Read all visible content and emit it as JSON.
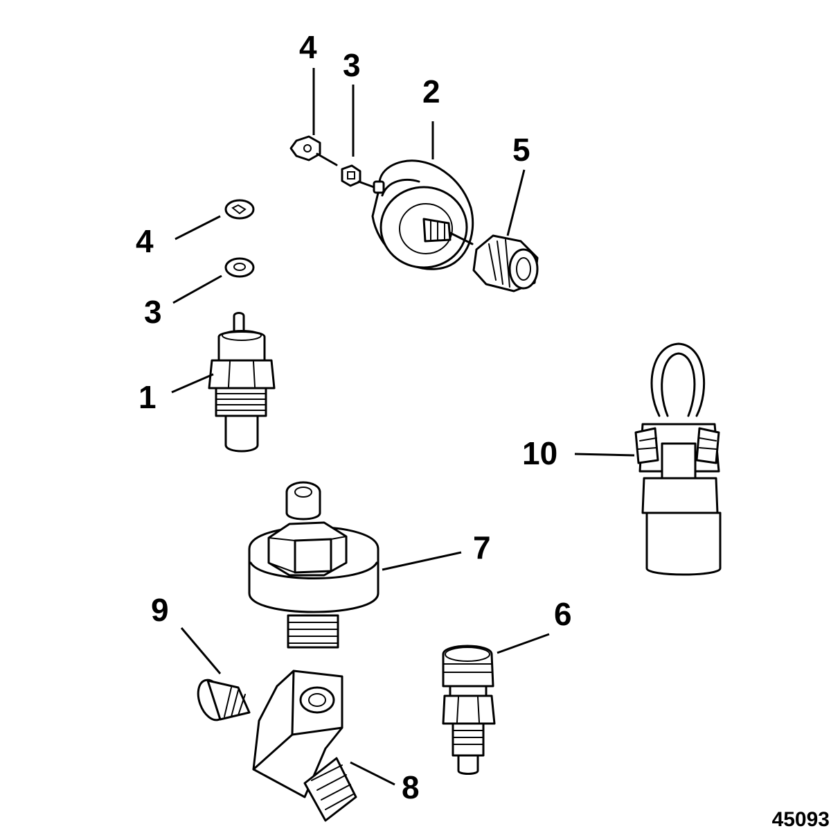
{
  "diagram": {
    "callouts": {
      "sensor_1": "1",
      "sender_2": "2",
      "nut_3_top": "3",
      "nut_3_left": "3",
      "nut_4_top": "4",
      "nut_4_left": "4",
      "adapter_5": "5",
      "switch_6": "6",
      "knock_sensor_7": "7",
      "adapter_8": "8",
      "plug_9": "9",
      "connector_10": "10"
    },
    "figure_number": "45093"
  }
}
